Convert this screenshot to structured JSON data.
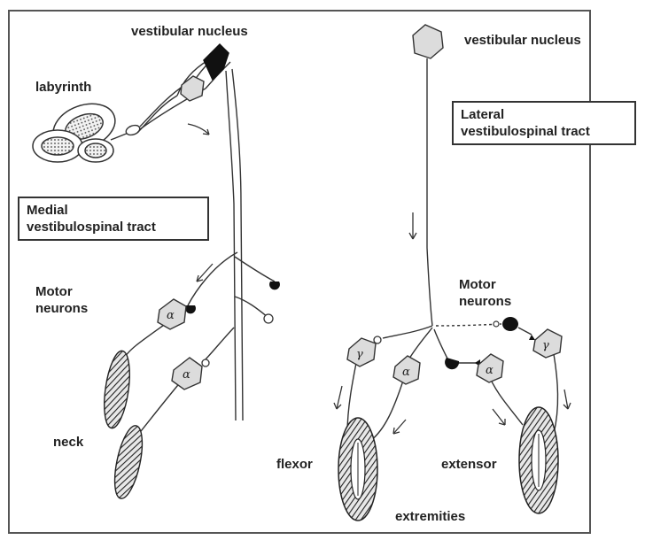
{
  "left_panel": {
    "vestibular_nucleus": "vestibular nucleus",
    "labyrinth": "labyrinth",
    "tract_line1": "Medial",
    "tract_line2": "vestibulospinal tract",
    "motor_line1": "Motor",
    "motor_line2": "neurons",
    "neck": "neck"
  },
  "right_panel": {
    "vestibular_nucleus": "vestibular nucleus",
    "tract_line1": "Lateral",
    "tract_line2": "vestibulospinal tract",
    "motor_line1": "Motor",
    "motor_line2": "neurons",
    "flexor": "flexor",
    "extensor": "extensor",
    "extremities": "extremities"
  },
  "greek": {
    "alpha": "α",
    "gamma": "γ"
  },
  "colors": {
    "line": "#333333",
    "frame": "#555555",
    "cell_fill": "#dcdcdc",
    "terminal": "#111111"
  }
}
